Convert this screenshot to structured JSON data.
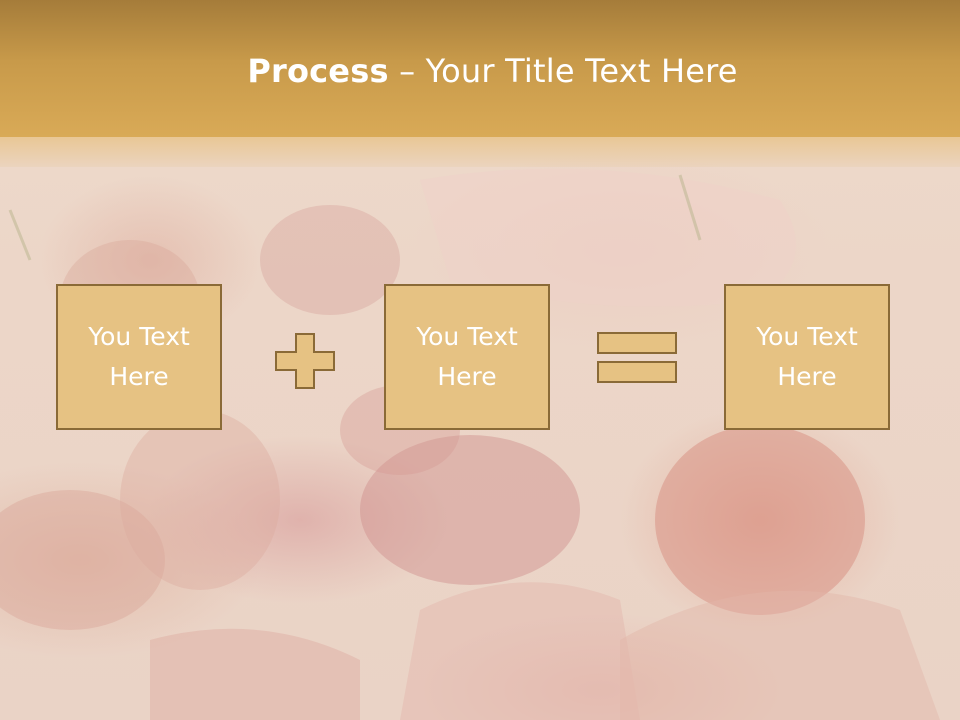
{
  "slide": {
    "title_bold": "Process",
    "title_rest": " – Your Title Text Here",
    "boxes": [
      {
        "line1": "You Text",
        "line2": "Here"
      },
      {
        "line1": "You Text",
        "line2": "Here"
      },
      {
        "line1": "You Text",
        "line2": "Here"
      }
    ],
    "operators": [
      "plus-icon",
      "equals-icon"
    ]
  },
  "colors": {
    "header": "#c89a4a",
    "box_fill": "#e6c283",
    "box_border": "#8a6a37",
    "text": "#ffffff"
  }
}
